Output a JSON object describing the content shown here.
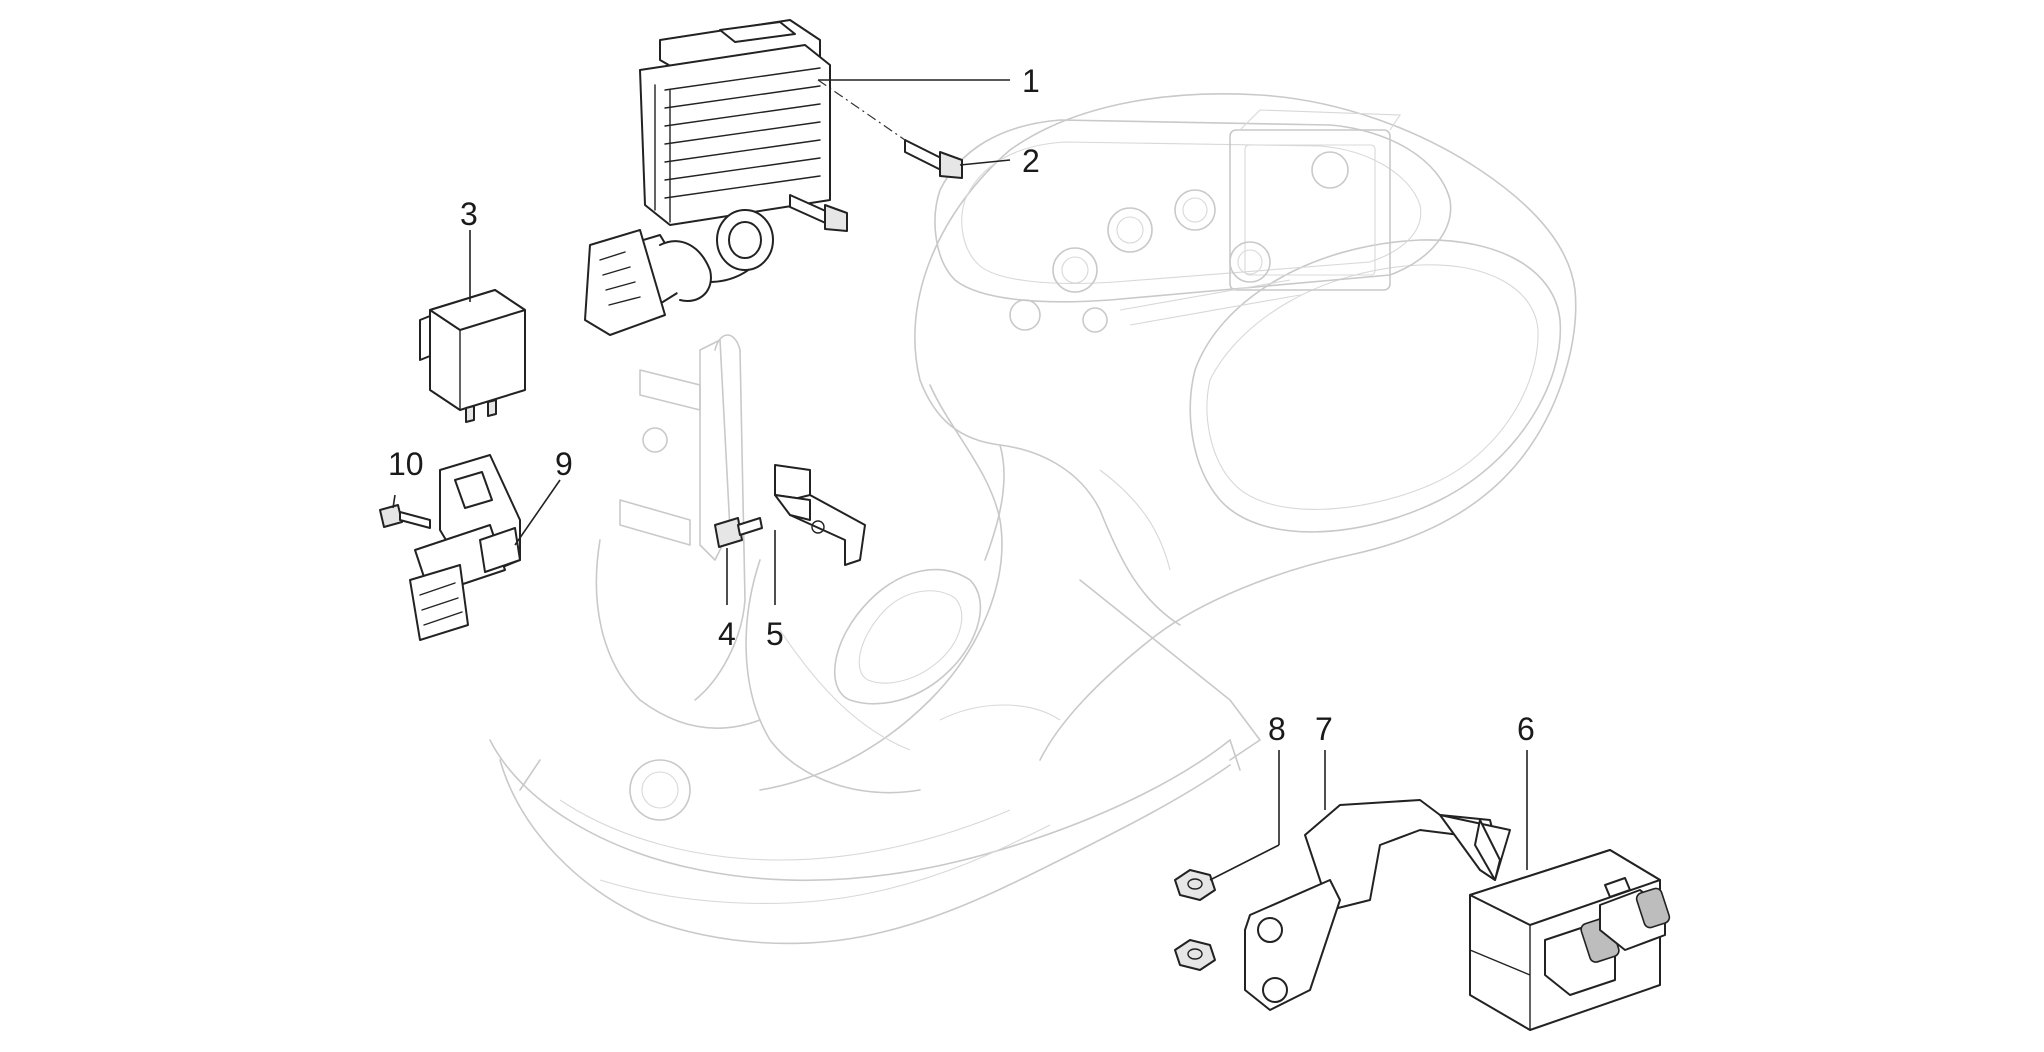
{
  "diagram": {
    "callouts": [
      {
        "id": "c1",
        "number": "1"
      },
      {
        "id": "c2",
        "number": "2"
      },
      {
        "id": "c3",
        "number": "3"
      },
      {
        "id": "c4",
        "number": "4"
      },
      {
        "id": "c5",
        "number": "5"
      },
      {
        "id": "c6",
        "number": "6"
      },
      {
        "id": "c7",
        "number": "7"
      },
      {
        "id": "c8",
        "number": "8"
      },
      {
        "id": "c9",
        "number": "9"
      },
      {
        "id": "c10",
        "number": "10"
      }
    ],
    "colors": {
      "background": "#ffffff",
      "part_outline": "#222222",
      "ghost_frame": "#c9c9c9",
      "callout_text": "#1a1a1a"
    }
  }
}
